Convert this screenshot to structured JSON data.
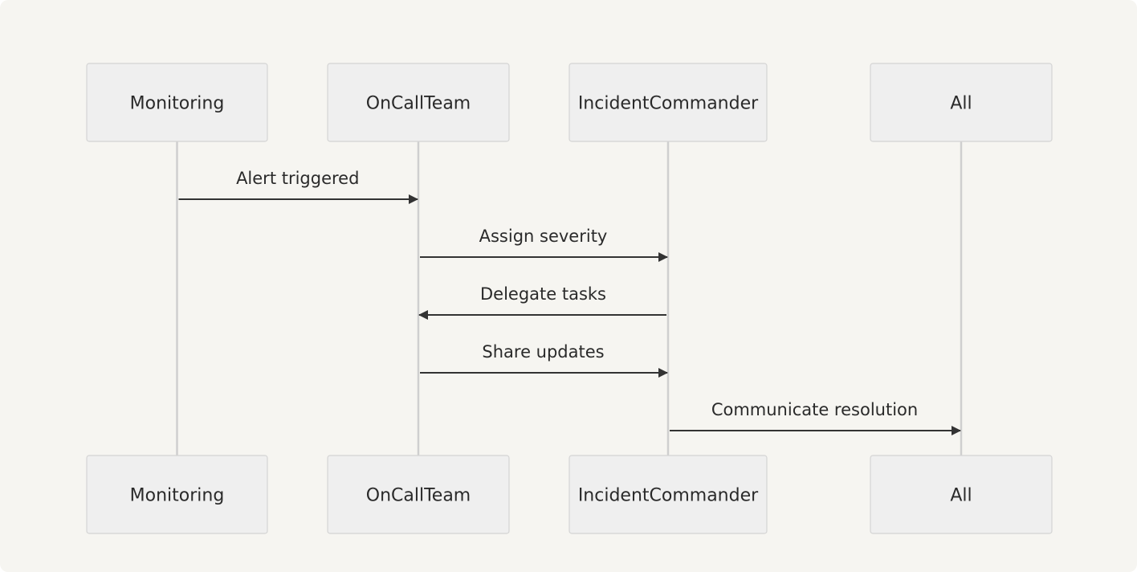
{
  "diagram": {
    "type": "sequence",
    "actors": [
      {
        "id": "monitoring",
        "label": "Monitoring"
      },
      {
        "id": "oncall",
        "label": "OnCallTeam"
      },
      {
        "id": "ic",
        "label": "IncidentCommander"
      },
      {
        "id": "all",
        "label": "All"
      }
    ],
    "messages": [
      {
        "from": 0,
        "to": 1,
        "label": "Alert triggered"
      },
      {
        "from": 1,
        "to": 2,
        "label": "Assign severity"
      },
      {
        "from": 2,
        "to": 1,
        "label": "Delegate tasks"
      },
      {
        "from": 1,
        "to": 2,
        "label": "Share updates"
      },
      {
        "from": 2,
        "to": 3,
        "label": "Communicate resolution"
      }
    ]
  },
  "colors": {
    "background": "#f6f5f1",
    "actor_fill": "#efefef",
    "actor_border": "#d4d4d4",
    "lifeline": "#cfcfcf",
    "arrow": "#333333",
    "text": "#2a2a2a"
  }
}
